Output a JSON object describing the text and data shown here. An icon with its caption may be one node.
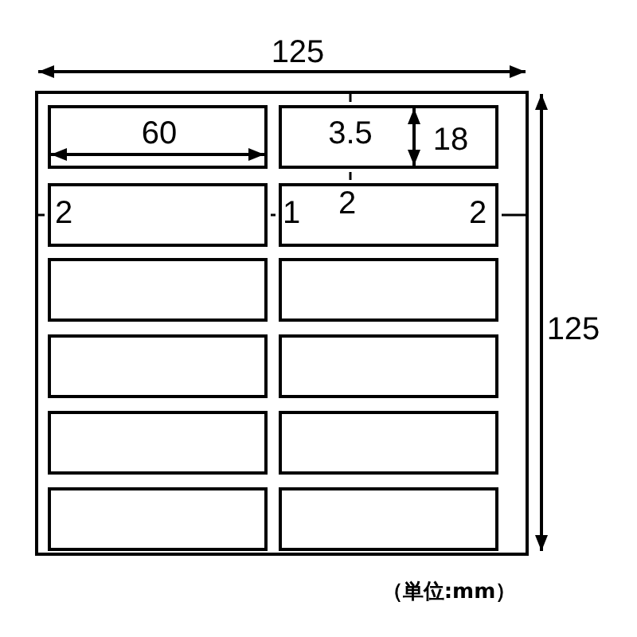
{
  "diagram": {
    "nodes": [
      {
        "text": [],
        "shape": "box"
      },
      {
        "text": [],
        "shape": "box",
        "in": 0
      },
      {
        "text": [],
        "shape": "box",
        "in": 0
      },
      {
        "text": [],
        "shape": "box",
        "in": 0
      },
      {
        "text": [],
        "shape": "box",
        "in": 0
      },
      {
        "text": [],
        "shape": "box",
        "in": 0
      },
      {
        "text": [],
        "shape": "box",
        "in": 0
      },
      {
        "text": [],
        "shape": "box",
        "in": 0
      },
      {
        "text": [],
        "shape": "box",
        "in": 0
      },
      {
        "text": [],
        "shape": "box",
        "in": 0
      },
      {
        "text": [],
        "shape": "box",
        "in": 0
      },
      {
        "text": [],
        "shape": "box",
        "in": 0
      },
      {
        "text": [],
        "shape": "box",
        "in": 0
      }
    ],
    "edges": [],
    "labels": [
      "125",
      "60",
      "3.5",
      "18",
      "2",
      "1",
      "2",
      "2",
      "125",
      "（単位:mm）"
    ]
  }
}
